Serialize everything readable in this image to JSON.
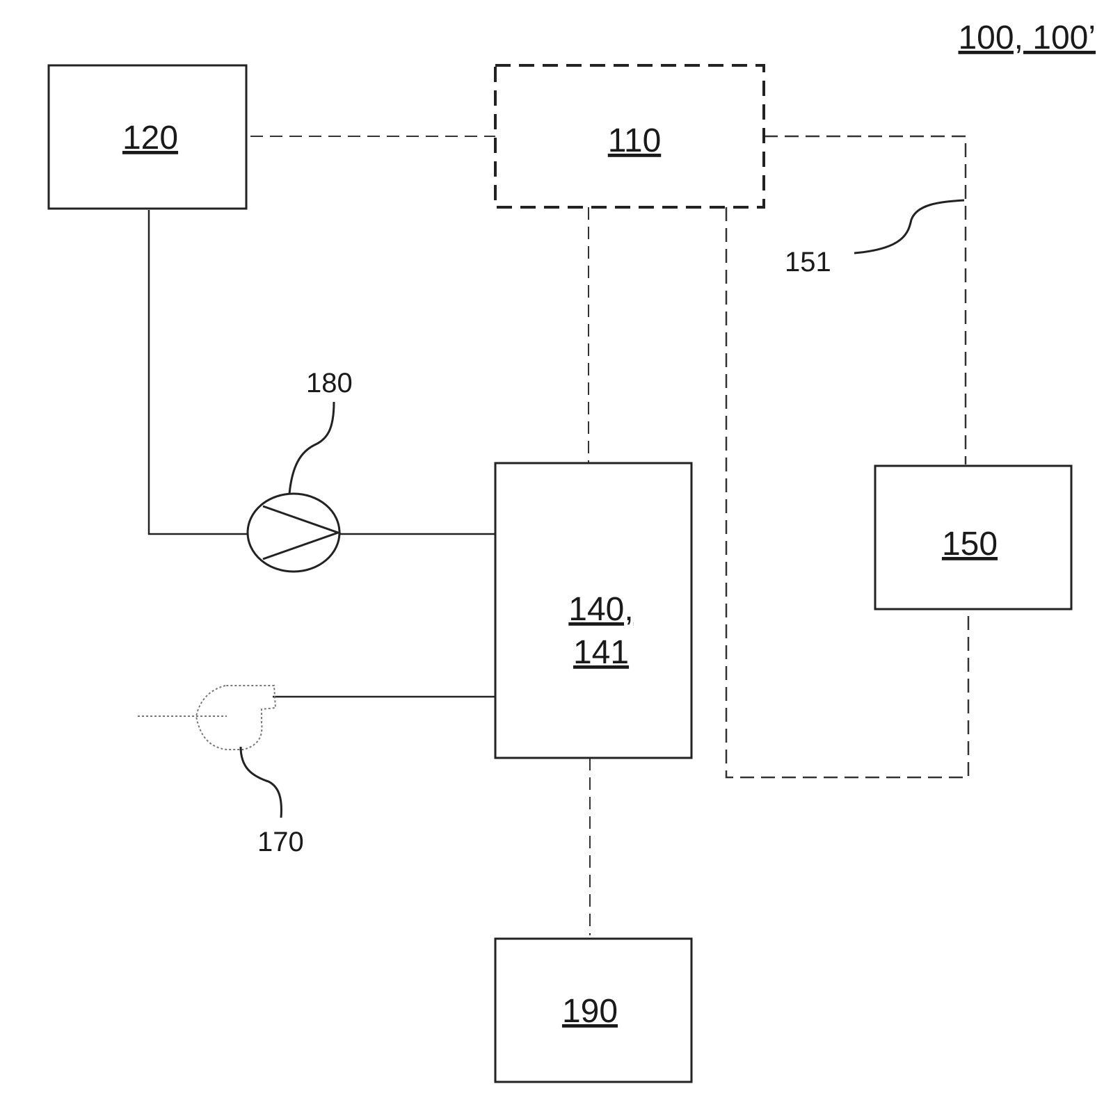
{
  "figure": {
    "reference": "100, 100’"
  },
  "components": {
    "box_120": {
      "label": "120"
    },
    "box_110": {
      "label": "110"
    },
    "box_140": {
      "label_line1": "140,",
      "label_line2": "141"
    },
    "box_150": {
      "label": "150"
    },
    "box_190": {
      "label": "190"
    }
  },
  "callouts": {
    "ref_151": "151",
    "ref_180": "180",
    "ref_170": "170"
  },
  "symbols": {
    "pump_180": "pump-icon",
    "blower_170": "blower-icon"
  }
}
